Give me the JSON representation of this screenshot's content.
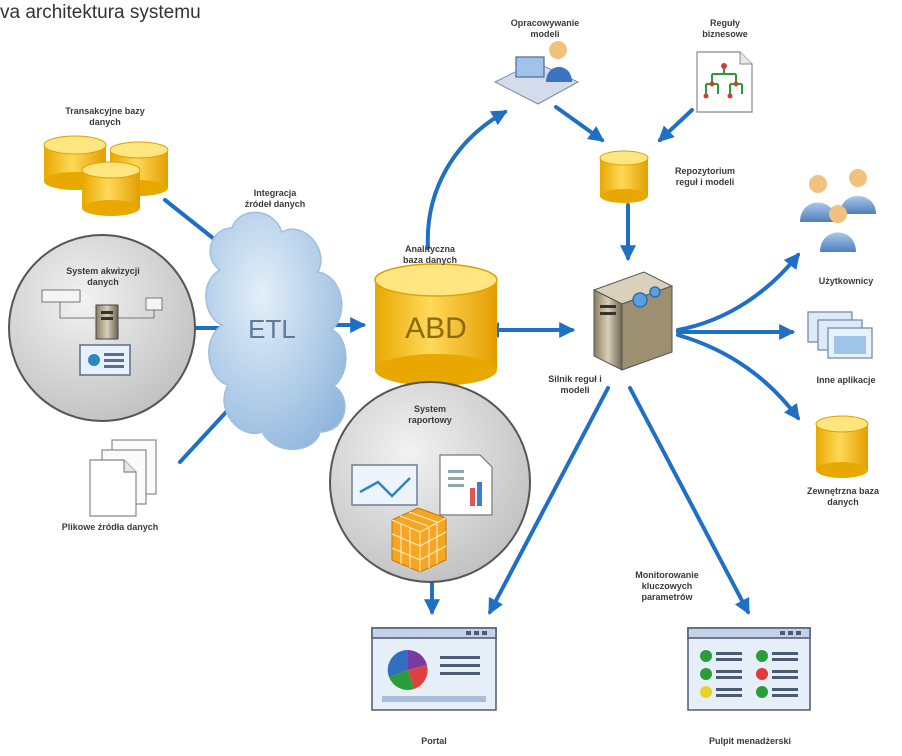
{
  "title": "va architektura systemu",
  "labels": {
    "transactional_db": "Transakcyjne bazy\ndanych",
    "acquisition_system": "System akwizycji\ndanych",
    "file_sources": "Plikowe źródła danych",
    "etl_integration": "Integracja\nźródeł danych",
    "etl": "ETL",
    "analytical_db": "Analityczna\nbaza danych",
    "abd": "ABD",
    "reporting_system": "System\nraportowy",
    "model_development": "Opracowywanie\nmodeli",
    "business_rules": "Reguły\nbiznesowe",
    "rules_repository": "Repozytorium\nreguł i modeli",
    "rules_engine": "Silnik reguł i\nmodeli",
    "users": "Użytkownicy",
    "other_apps": "Inne aplikacje",
    "external_db": "Zewnętrzna baza\ndanych",
    "kpi_monitoring": "Monitorowanie\nkluczowych\nparametrów",
    "portal": "Portal",
    "dashboard": "Pulpit menadżerski"
  },
  "colors": {
    "arrow": "#1f6fc5",
    "cylinder_top": "#ffe680",
    "cylinder_body": "#f7c52a",
    "cloud": "#b9d4ee",
    "circle": "#d6d6d6"
  }
}
